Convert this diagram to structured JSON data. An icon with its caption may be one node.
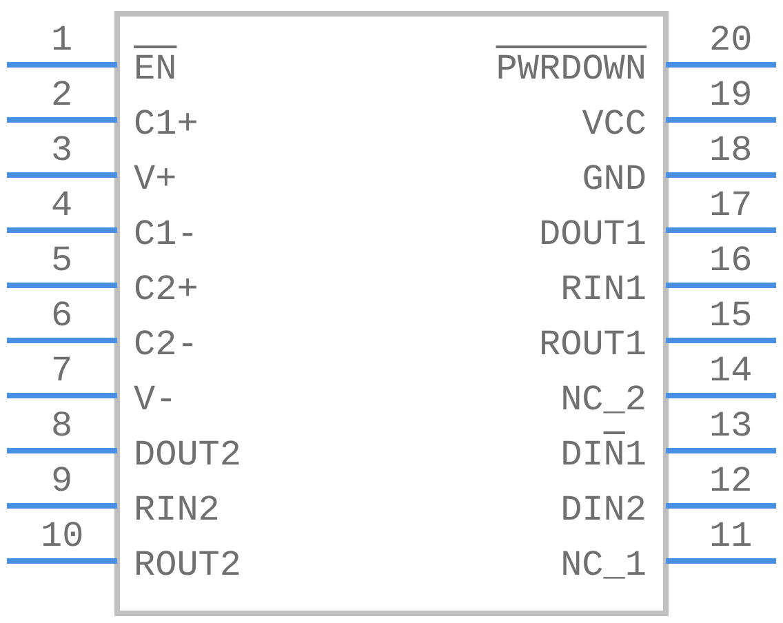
{
  "diagram": {
    "labels": [
      "1",
      "20",
      "EN",
      "PWRDOWN",
      "2",
      "19",
      "C1+",
      "VCC",
      "3",
      "18",
      "V+",
      "GND",
      "4",
      "17",
      "C1-",
      "DOUT1",
      "5",
      "16",
      "C2+",
      "RIN1",
      "6",
      "15",
      "C2-",
      "ROUT1",
      "7",
      "14",
      "V-",
      "NC_2",
      "8",
      "13",
      "DOUT2",
      "DIN1",
      "9",
      "12",
      "RIN2",
      "DIN2",
      "10",
      "11",
      "ROUT2",
      "NC_1"
    ]
  }
}
